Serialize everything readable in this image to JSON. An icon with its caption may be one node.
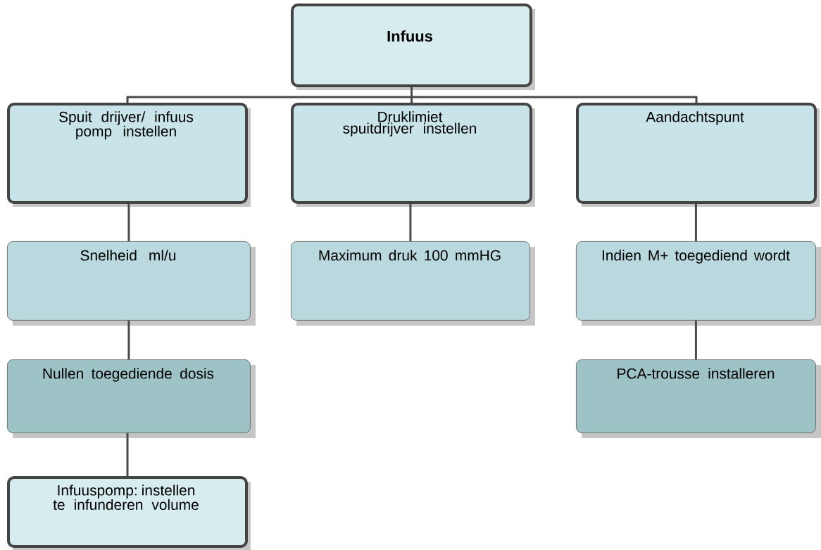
{
  "diagram": {
    "nodes": [
      {
        "text": [
          "Infuus"
        ]
      },
      {
        "text": [
          "Spuit drijver/ infuus pomp instellen"
        ]
      },
      {
        "text": [
          "Druklimiet spuitdrijver instellen"
        ]
      },
      {
        "text": [
          "Aandachtspunt"
        ]
      },
      {
        "text": [
          "Snelheid ml/u"
        ]
      },
      {
        "text": [
          "Maximum druk 100 mmHG"
        ]
      },
      {
        "text": [
          "Indien M+ toegediend wordt"
        ]
      },
      {
        "text": [
          "Nullen toegediende dosis"
        ]
      },
      {
        "text": [
          "PCA-trousse installeren"
        ]
      },
      {
        "text": [
          "Infuuspomp: instellen te infunderen volume"
        ]
      }
    ],
    "edges": [
      {
        "from": 0,
        "to": 1,
        "arrow": "none"
      },
      {
        "from": 0,
        "to": 2,
        "arrow": "none"
      },
      {
        "from": 0,
        "to": 3,
        "arrow": "none"
      },
      {
        "from": 1,
        "to": 4,
        "arrow": "none"
      },
      {
        "from": 4,
        "to": 7,
        "arrow": "none"
      },
      {
        "from": 7,
        "to": 9,
        "arrow": "none"
      },
      {
        "from": 2,
        "to": 5,
        "arrow": "none"
      },
      {
        "from": 3,
        "to": 6,
        "arrow": "none"
      },
      {
        "from": 6,
        "to": 8,
        "arrow": "none"
      }
    ]
  }
}
